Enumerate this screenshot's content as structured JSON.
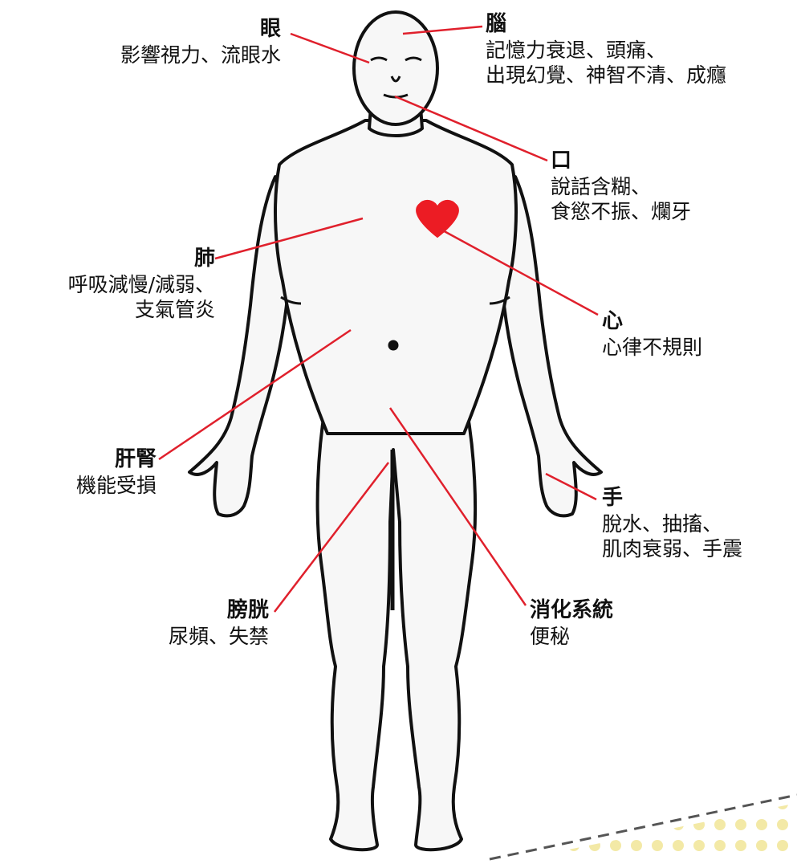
{
  "colors": {
    "leader_line": "#e0202c",
    "heart": "#ec1c24",
    "body_fill": "#f7f7f7",
    "body_outline": "#111111",
    "dot_pattern": "#f3e9a6",
    "dash": "#555555"
  },
  "labels": {
    "eye": {
      "organ": "眼",
      "effects": [
        "影響視力、流眼水"
      ]
    },
    "brain": {
      "organ": "腦",
      "effects": [
        "記憶力衰退、頭痛、",
        "出現幻覺、神智不清、成癮"
      ]
    },
    "mouth": {
      "organ": "口",
      "effects": [
        "說話含糊、",
        "食慾不振、爛牙"
      ]
    },
    "lung": {
      "organ": "肺",
      "effects": [
        "呼吸減慢/減弱、",
        "支氣管炎"
      ]
    },
    "heart": {
      "organ": "心",
      "effects": [
        "心律不規則"
      ]
    },
    "liver": {
      "organ": "肝腎",
      "effects": [
        "機能受損"
      ]
    },
    "hand": {
      "organ": "手",
      "effects": [
        "脫水、抽搐、",
        "肌肉衰弱、手震"
      ]
    },
    "bladder": {
      "organ": "膀胱",
      "effects": [
        "尿頻、失禁"
      ]
    },
    "digest": {
      "organ": "消化系統",
      "effects": [
        "便秘"
      ]
    }
  },
  "icons": [
    "heart-icon",
    "human-body-figure"
  ]
}
